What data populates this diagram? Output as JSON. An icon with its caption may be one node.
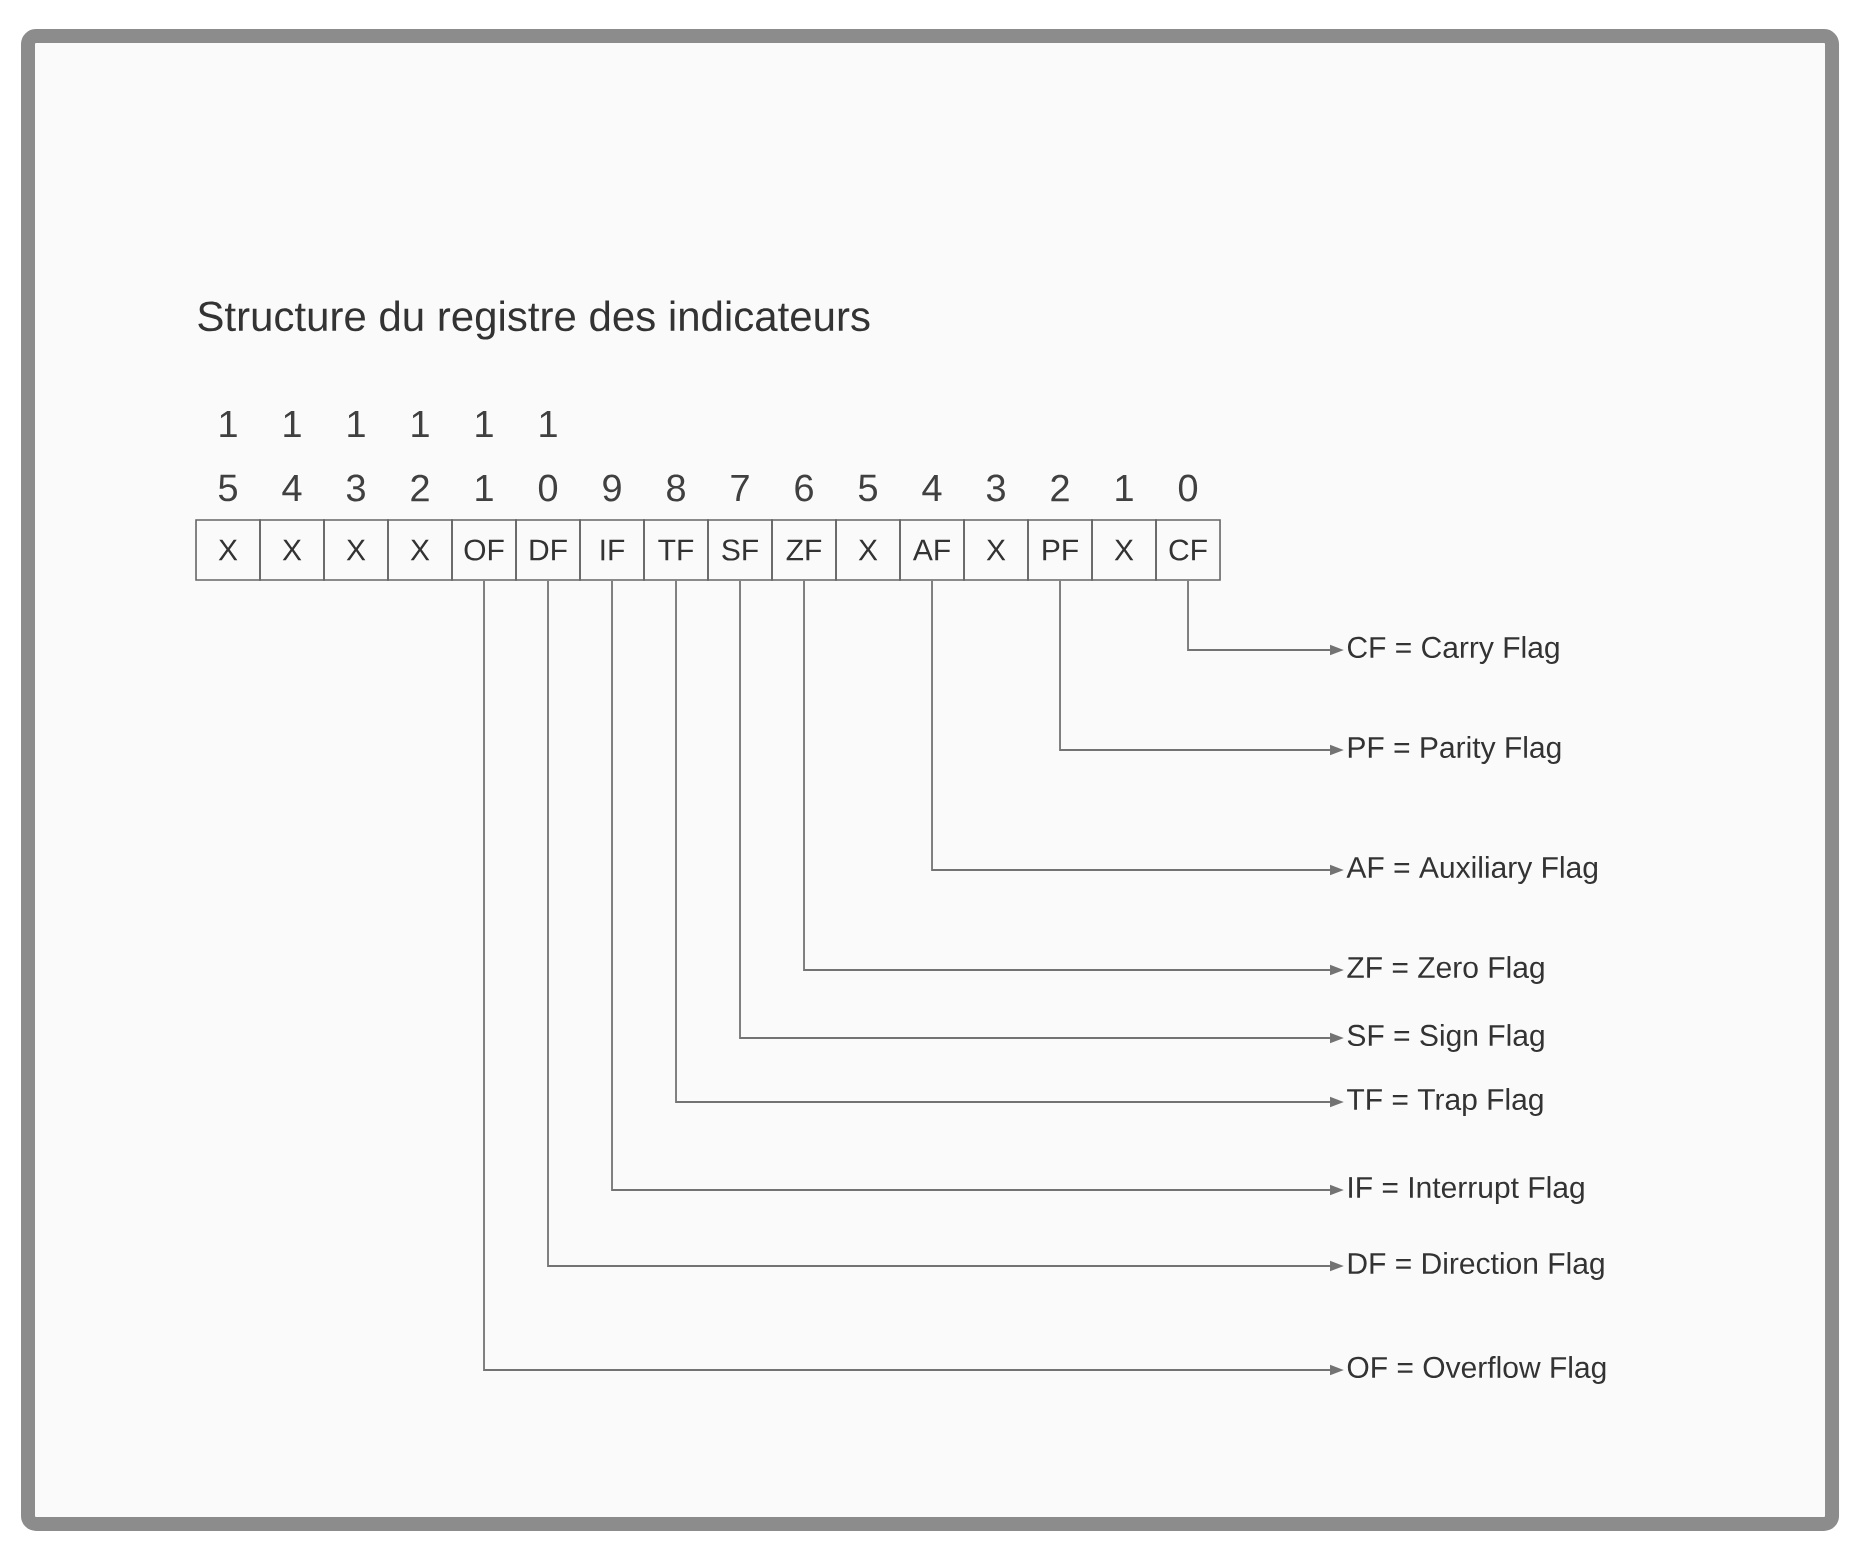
{
  "diagram": {
    "title": "Structure du registre des indicateurs",
    "nodes": [
      {
        "text": [
          "X"
        ]
      },
      {
        "text": [
          "X"
        ]
      },
      {
        "text": [
          "X"
        ]
      },
      {
        "text": [
          "X"
        ]
      },
      {
        "text": [
          "OF"
        ]
      },
      {
        "text": [
          "DF"
        ]
      },
      {
        "text": [
          "IF"
        ]
      },
      {
        "text": [
          "TF"
        ]
      },
      {
        "text": [
          "SF"
        ]
      },
      {
        "text": [
          "ZF"
        ]
      },
      {
        "text": [
          "X"
        ]
      },
      {
        "text": [
          "AF"
        ]
      },
      {
        "text": [
          "X"
        ]
      },
      {
        "text": [
          "PF"
        ]
      },
      {
        "text": [
          "X"
        ]
      },
      {
        "text": [
          "CF"
        ]
      },
      {
        "text": [
          "CF = Carry Flag"
        ]
      },
      {
        "text": [
          "PF = Parity Flag"
        ]
      },
      {
        "text": [
          "AF = Auxiliary Flag"
        ]
      },
      {
        "text": [
          "ZF = Zero Flag"
        ]
      },
      {
        "text": [
          "SF = Sign Flag"
        ]
      },
      {
        "text": [
          "TF = Trap Flag"
        ]
      },
      {
        "text": [
          "IF = Interrupt Flag"
        ]
      },
      {
        "text": [
          "DF = Direction Flag"
        ]
      },
      {
        "text": [
          "OF = Overflow Flag"
        ]
      }
    ],
    "edges": [
      {
        "from": 15,
        "to": 16,
        "arrow": "to"
      },
      {
        "from": 13,
        "to": 17,
        "arrow": "to"
      },
      {
        "from": 11,
        "to": 18,
        "arrow": "to"
      },
      {
        "from": 9,
        "to": 19,
        "arrow": "to"
      },
      {
        "from": 8,
        "to": 20,
        "arrow": "to"
      },
      {
        "from": 7,
        "to": 21,
        "arrow": "to"
      },
      {
        "from": 6,
        "to": 22,
        "arrow": "to"
      },
      {
        "from": 5,
        "to": 23,
        "arrow": "to"
      },
      {
        "from": 4,
        "to": 24,
        "arrow": "to"
      }
    ],
    "labels": [
      "1",
      "1",
      "1",
      "1",
      "1",
      "1",
      "5",
      "4",
      "3",
      "2",
      "1",
      "0",
      "9",
      "8",
      "7",
      "6",
      "5",
      "4",
      "3",
      "2",
      "1",
      "0"
    ]
  }
}
